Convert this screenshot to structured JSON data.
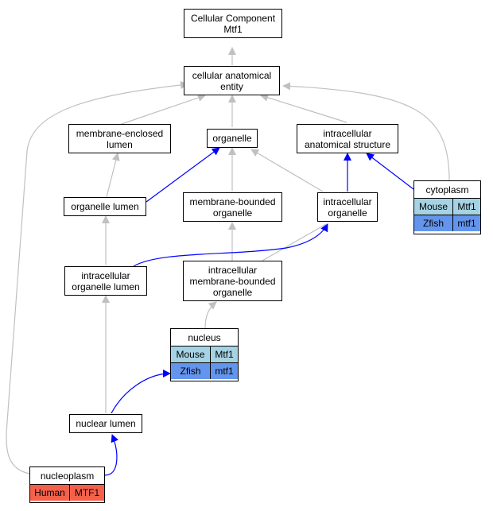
{
  "nodes": {
    "cellular_component": {
      "line1": "Cellular Component",
      "line2": "Mtf1"
    },
    "cellular_anatomical_entity": {
      "line1": "cellular anatomical",
      "line2": "entity"
    },
    "membrane_enclosed_lumen": {
      "line1": "membrane-enclosed",
      "line2": "lumen"
    },
    "organelle": {
      "line1": "organelle"
    },
    "intracellular_anatomical_structure": {
      "line1": "intracellular",
      "line2": "anatomical structure"
    },
    "organelle_lumen": {
      "line1": "organelle lumen"
    },
    "membrane_bounded_organelle": {
      "line1": "membrane-bounded",
      "line2": "organelle"
    },
    "intracellular_organelle": {
      "line1": "intracellular",
      "line2": "organelle"
    },
    "intracellular_organelle_lumen": {
      "line1": "intracellular",
      "line2": "organelle lumen"
    },
    "intracellular_membrane_bounded_organelle": {
      "line1": "intracellular",
      "line2": "membrane-bounded",
      "line3": "organelle"
    },
    "nuclear_lumen": {
      "line1": "nuclear lumen"
    }
  },
  "table_nodes": {
    "cytoplasm": {
      "title": "cytoplasm",
      "rows": [
        {
          "species": "Mouse",
          "gene": "Mtf1"
        },
        {
          "species": "Zfish",
          "gene": "mtf1"
        }
      ]
    },
    "nucleus": {
      "title": "nucleus",
      "rows": [
        {
          "species": "Mouse",
          "gene": "Mtf1"
        },
        {
          "species": "Zfish",
          "gene": "mtf1"
        }
      ]
    },
    "nucleoplasm": {
      "title": "nucleoplasm",
      "rows": [
        {
          "species": "Human",
          "gene": "MTF1"
        }
      ]
    }
  },
  "colors": {
    "mouse": "#a6d3e3",
    "zfish": "#6495ed",
    "human": "#f4604a",
    "edge_gray": "#c0c0c0",
    "edge_blue": "#0000ff"
  }
}
